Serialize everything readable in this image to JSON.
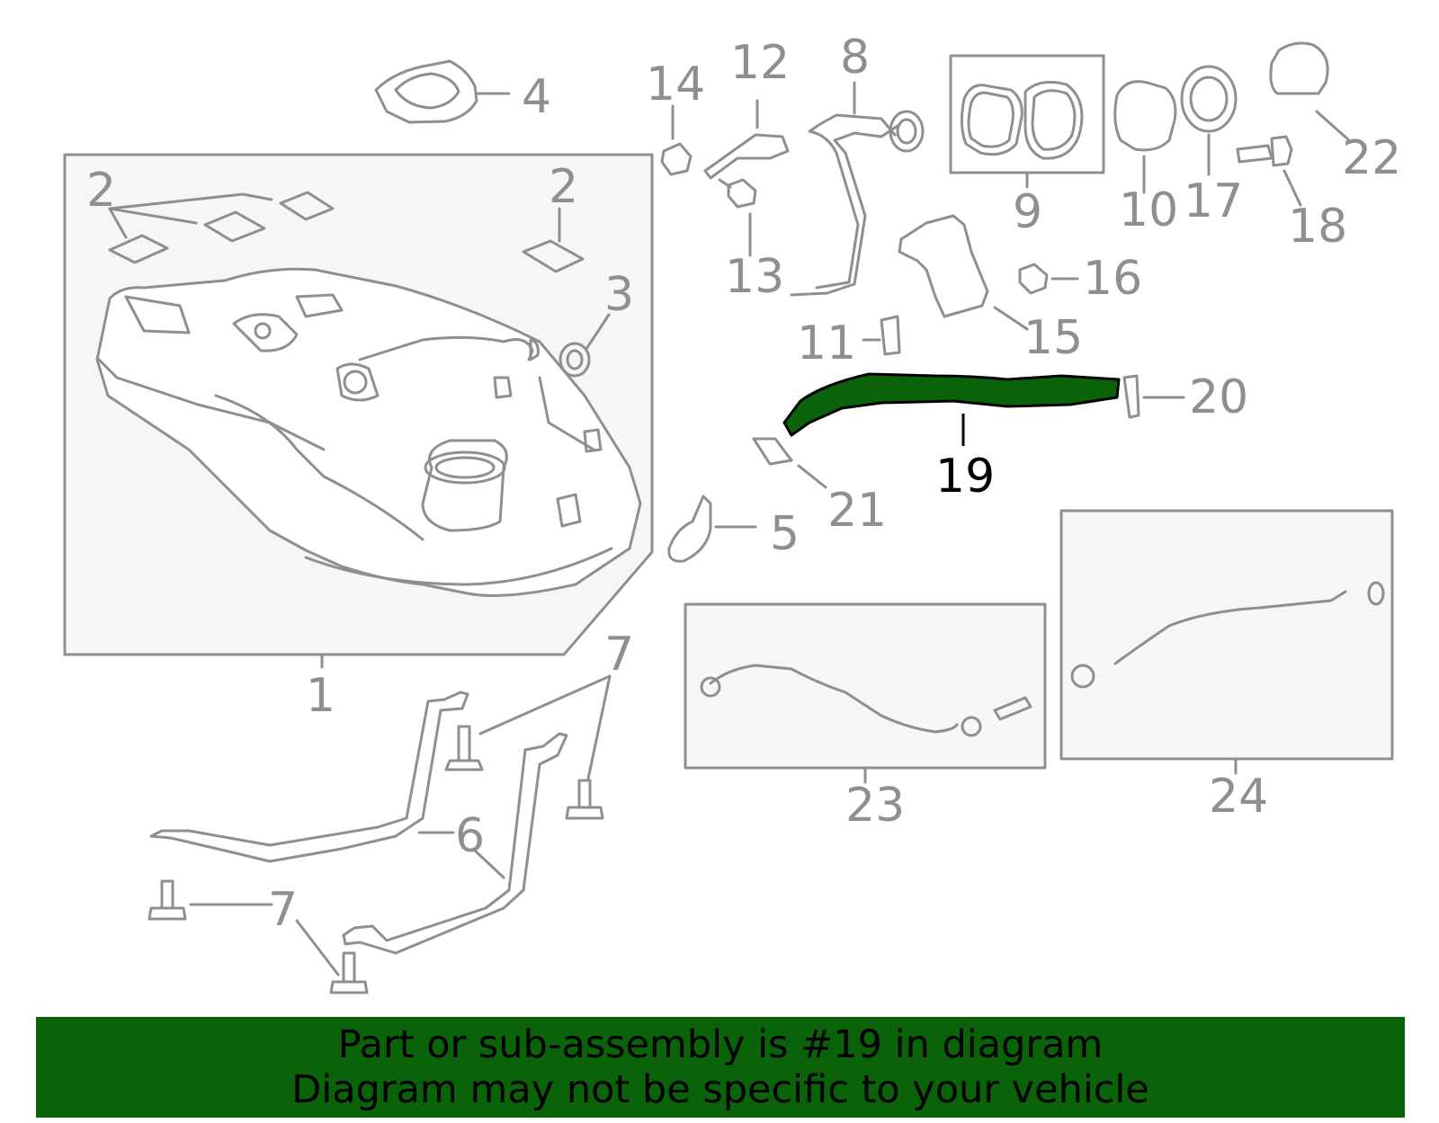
{
  "colors": {
    "line": "#8f8f8f",
    "panel": "#f6f6f6",
    "highlight": "#0a6209",
    "highlight_text": "#000000",
    "banner": "#0a6209"
  },
  "callouts": {
    "c1": "1",
    "c2a": "2",
    "c2b": "2",
    "c3": "3",
    "c4": "4",
    "c5": "5",
    "c6": "6",
    "c7a": "7",
    "c7b": "7",
    "c8": "8",
    "c9": "9",
    "c10": "10",
    "c11": "11",
    "c12": "12",
    "c13": "13",
    "c14": "14",
    "c15": "15",
    "c16": "16",
    "c17": "17",
    "c18": "18",
    "c19": "19",
    "c20": "20",
    "c21": "21",
    "c22": "22",
    "c23": "23",
    "c24": "24"
  },
  "highlighted_part": "19",
  "banner": {
    "line1": "Part or sub-assembly is #19 in diagram",
    "line2": "Diagram may not be specific to your vehicle"
  }
}
